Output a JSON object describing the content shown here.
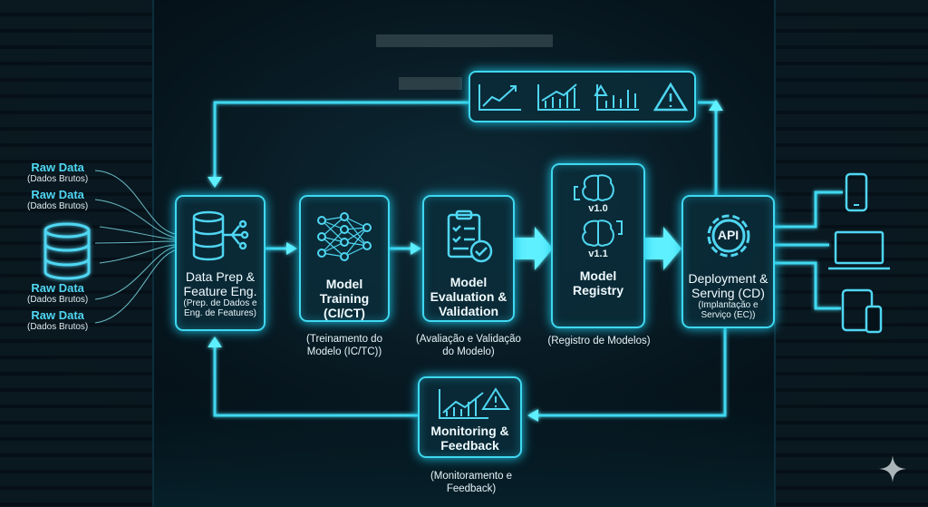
{
  "raw_sources": [
    {
      "label": "Raw Data",
      "sublabel": "(Dados Brutos)"
    },
    {
      "label": "Raw Data",
      "sublabel": "(Dados Brutos)"
    },
    {
      "label": "Raw Data",
      "sublabel": "(Dados Brutos)"
    },
    {
      "label": "Raw Data",
      "sublabel": "(Dados Brutos)"
    }
  ],
  "stages": {
    "data_prep": {
      "title_1": "Data Prep &",
      "title_2": "Feature Eng.",
      "sub_1": "(Prep. de Dados e",
      "sub_2": "Eng. de Features)"
    },
    "training": {
      "title_1": "Model",
      "title_2": "Training",
      "title_3": "(CI/CT)",
      "caption_1": "(Treinamento do",
      "caption_2": "Modelo (IC/TC))"
    },
    "evaluation": {
      "title_1": "Model",
      "title_2": "Evaluation &",
      "title_3": "Validation",
      "caption_1": "(Avaliação e Validação",
      "caption_2": "do Modelo)"
    },
    "registry": {
      "version_1": "v1.0",
      "version_2": "v1.1",
      "title_1": "Model",
      "title_2": "Registry",
      "caption": "(Registro de Modelos)"
    },
    "deployment": {
      "api_label": "API",
      "title_1": "Deployment &",
      "title_2": "Serving (CD)",
      "sub_1": "(Implantação e",
      "sub_2": "Serviço (EC))"
    },
    "monitoring": {
      "title_1": "Monitoring &",
      "title_2": "Feedback",
      "caption_1": "(Monitoramento e",
      "caption_2": "Feedback)"
    }
  },
  "colors": {
    "accent": "#3fd8f0",
    "background": "#05121a"
  }
}
